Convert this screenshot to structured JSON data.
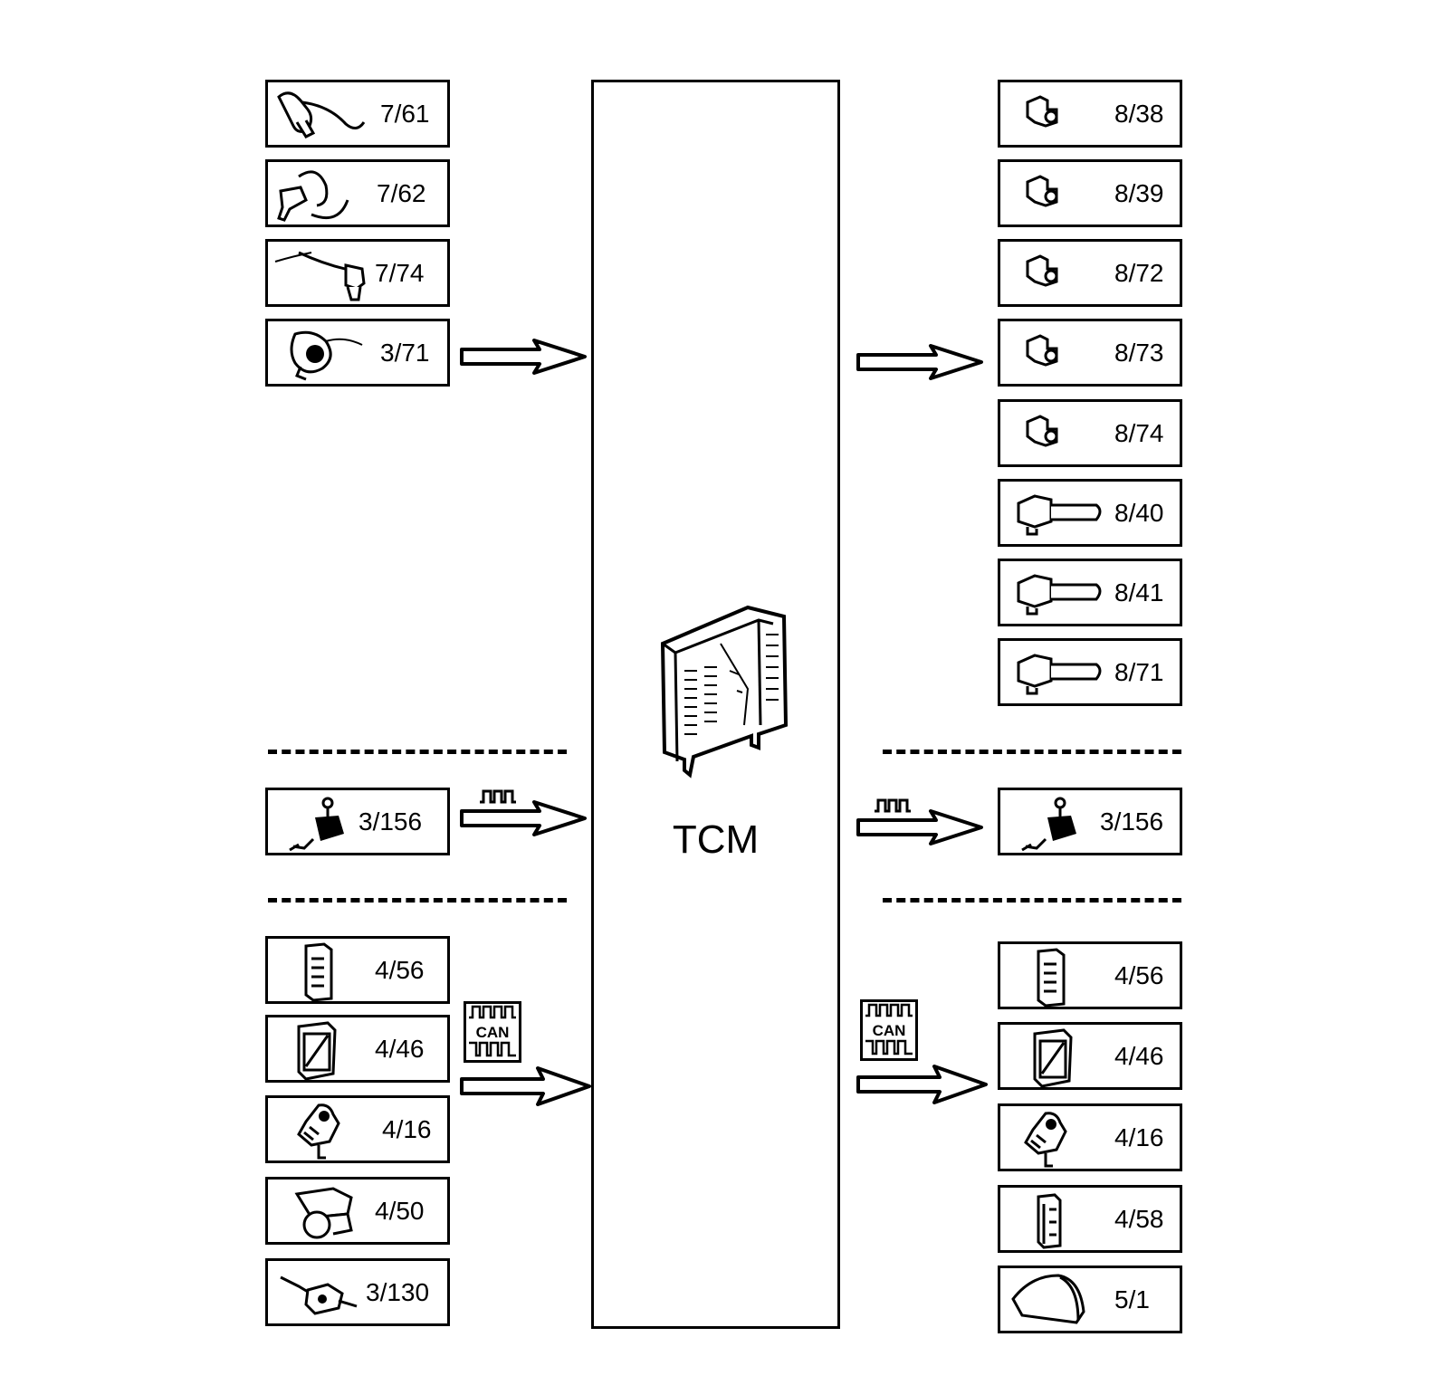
{
  "center": {
    "label": "TCM",
    "icon": "tcm-module-icon"
  },
  "inputs_top": [
    {
      "code": "7/61",
      "icon": "speed-sensor-icon"
    },
    {
      "code": "7/62",
      "icon": "speed-sensor-icon"
    },
    {
      "code": "7/74",
      "icon": "pressure-sensor-icon"
    },
    {
      "code": "3/71",
      "icon": "position-sensor-icon"
    }
  ],
  "input_mid": {
    "code": "3/156",
    "icon": "selector-lever-icon",
    "signal": "digital-signal-icon"
  },
  "inputs_bottom": [
    {
      "code": "4/56",
      "icon": "control-module-icon"
    },
    {
      "code": "4/46",
      "icon": "control-module-icon"
    },
    {
      "code": "4/16",
      "icon": "throttle-actuator-icon"
    },
    {
      "code": "4/50",
      "icon": "throttle-body-icon"
    },
    {
      "code": "3/130",
      "icon": "switch-sensor-icon"
    }
  ],
  "outputs_top": [
    {
      "code": "8/38",
      "icon": "solenoid-icon"
    },
    {
      "code": "8/39",
      "icon": "solenoid-icon"
    },
    {
      "code": "8/72",
      "icon": "solenoid-icon"
    },
    {
      "code": "8/73",
      "icon": "solenoid-icon"
    },
    {
      "code": "8/74",
      "icon": "solenoid-icon"
    },
    {
      "code": "8/40",
      "icon": "valve-icon"
    },
    {
      "code": "8/41",
      "icon": "valve-icon"
    },
    {
      "code": "8/71",
      "icon": "valve-icon"
    }
  ],
  "output_mid": {
    "code": "3/156",
    "icon": "selector-lever-icon",
    "signal": "digital-signal-icon"
  },
  "outputs_bottom": [
    {
      "code": "4/56",
      "icon": "control-module-icon"
    },
    {
      "code": "4/46",
      "icon": "control-module-icon"
    },
    {
      "code": "4/16",
      "icon": "throttle-actuator-icon"
    },
    {
      "code": "4/58",
      "icon": "control-module-icon"
    },
    {
      "code": "5/1",
      "icon": "instrument-cluster-icon"
    }
  ],
  "can_label": "CAN"
}
